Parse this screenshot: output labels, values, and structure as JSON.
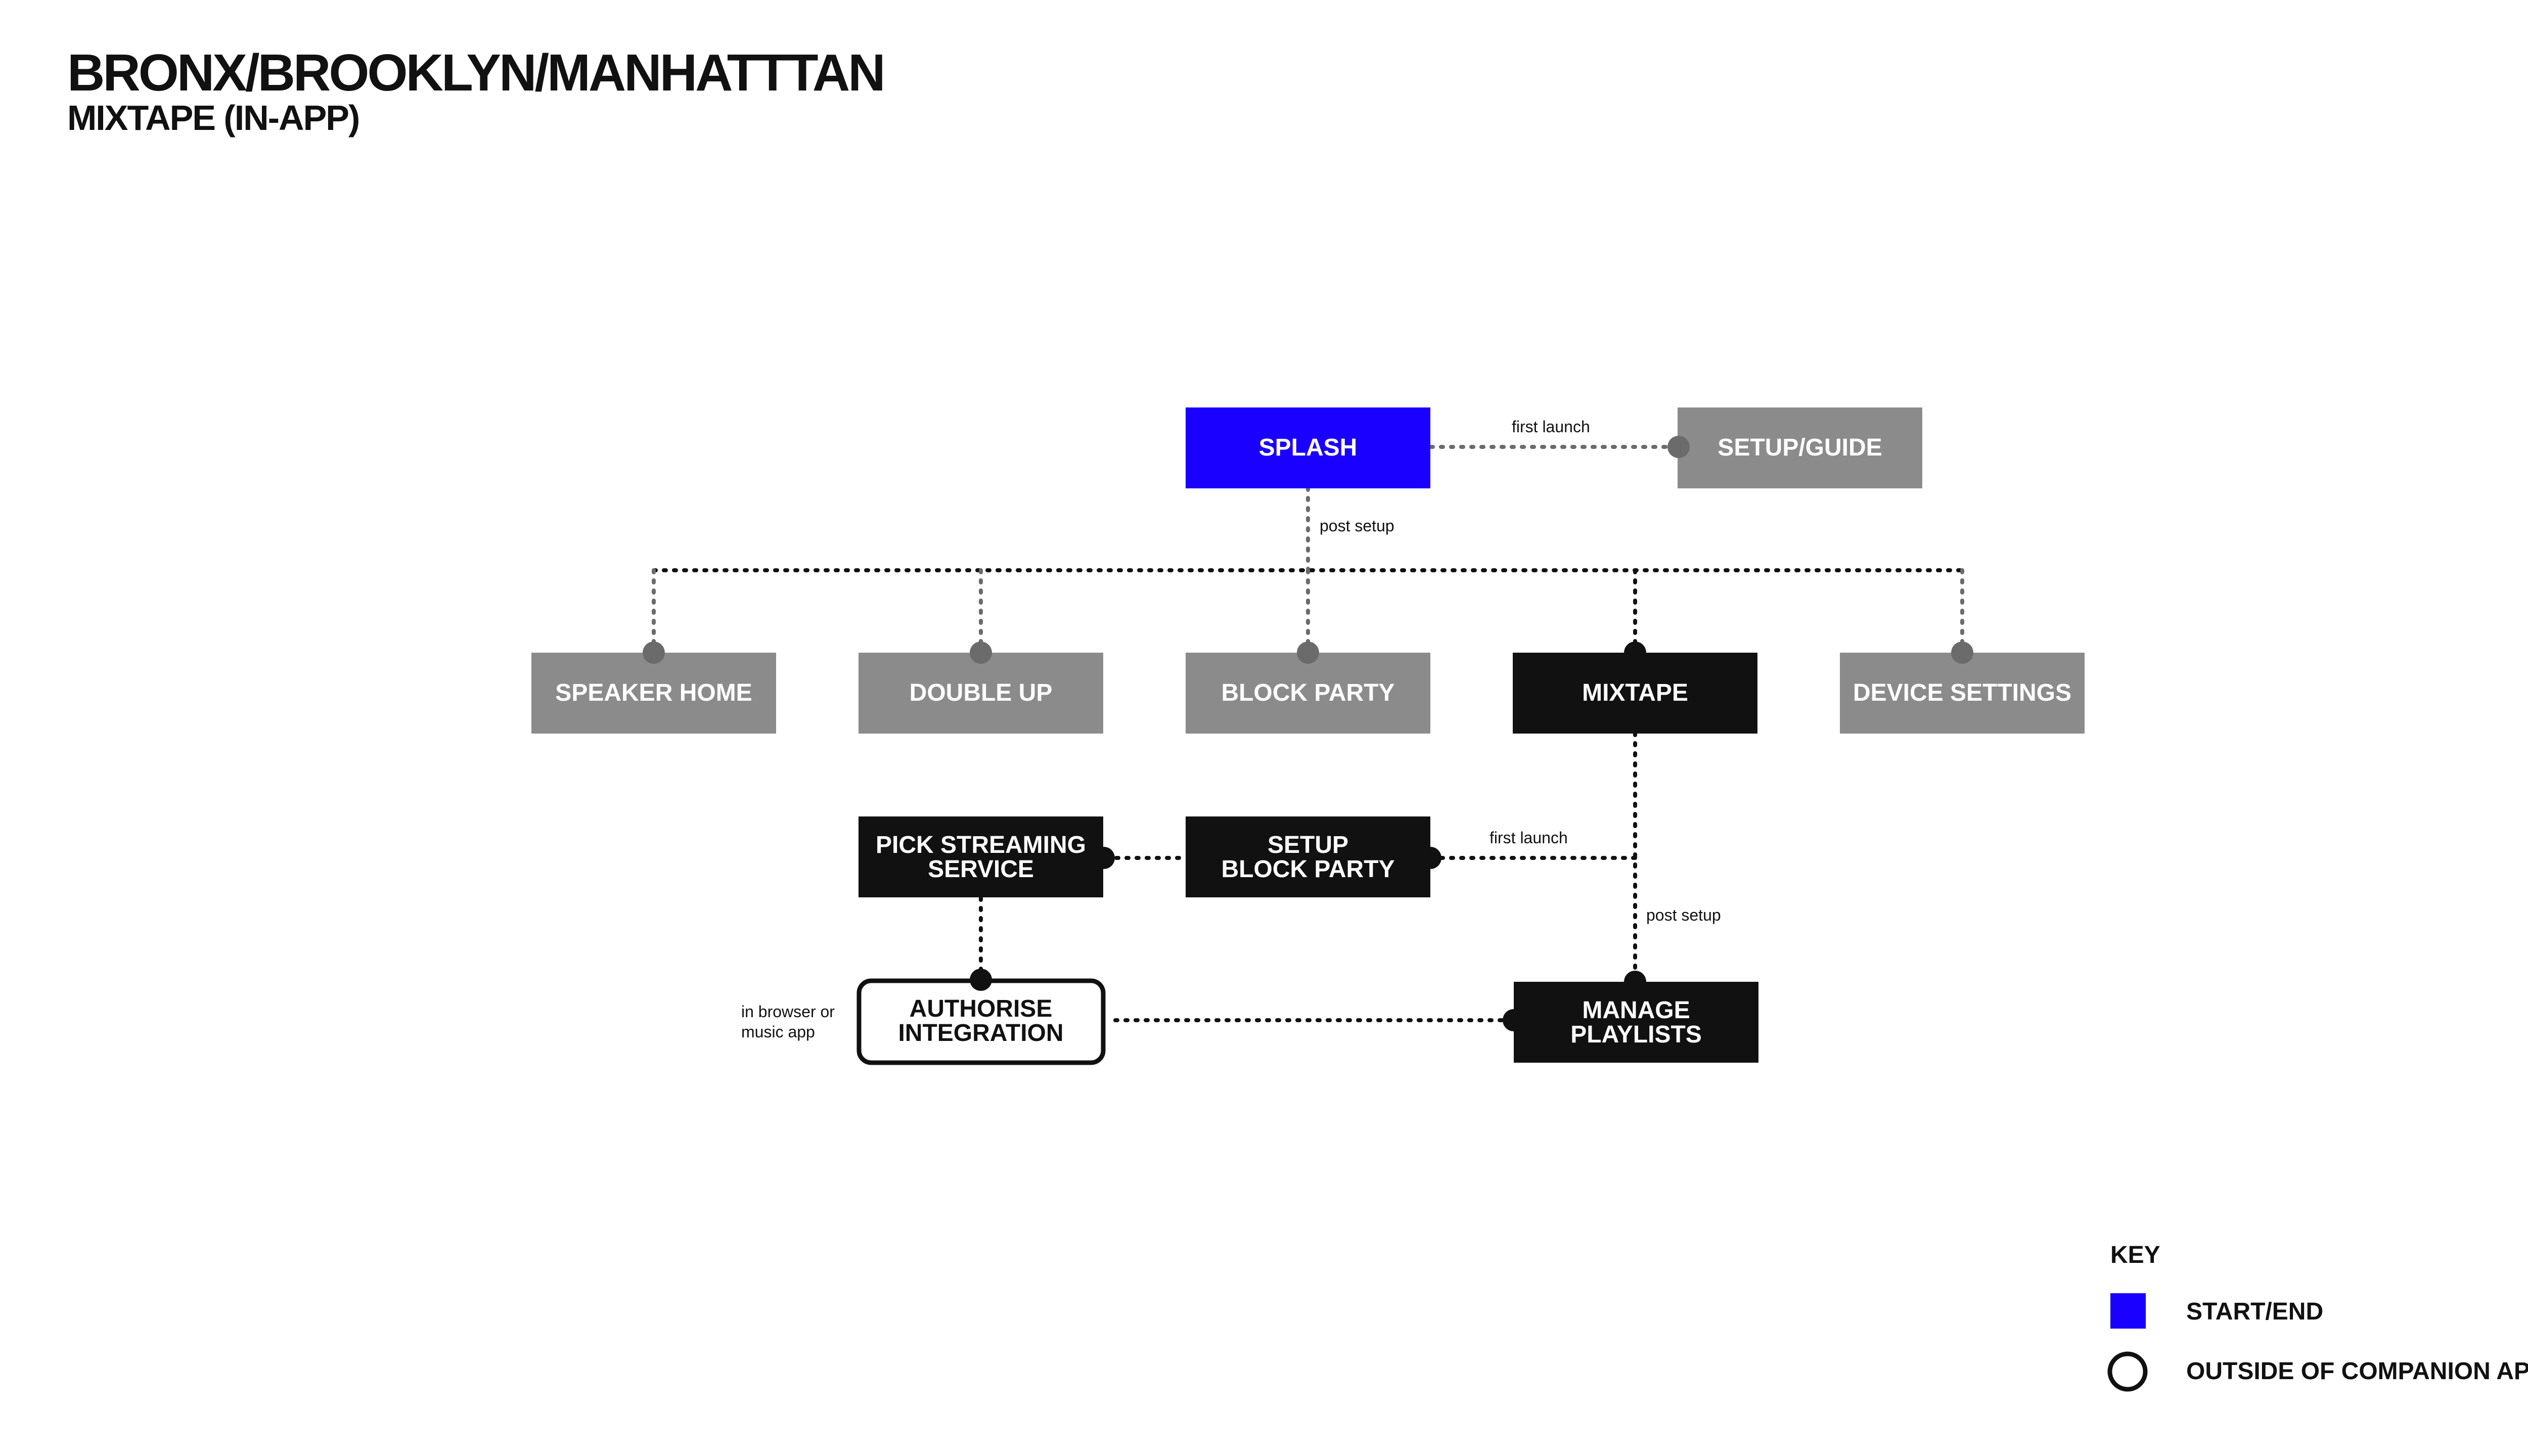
{
  "title": "BRONX/BROOKLYN/MANHATTTAN",
  "subtitle": "MIXTAPE (IN-APP)",
  "colors": {
    "start_end": "#1a00ff",
    "screen_grey": "#8b8b8b",
    "screen_black": "#111111",
    "outside_app_fill": "#ffffff",
    "outside_app_border": "#111111",
    "connector_grey": "#6b6b6b",
    "connector_black": "#111111"
  },
  "nodes": {
    "splash": {
      "lines": [
        "SPLASH"
      ]
    },
    "setup_guide": {
      "lines": [
        "SETUP/GUIDE"
      ]
    },
    "speaker_home": {
      "lines": [
        "SPEAKER HOME"
      ]
    },
    "double_up": {
      "lines": [
        "DOUBLE UP"
      ]
    },
    "block_party": {
      "lines": [
        "BLOCK PARTY"
      ]
    },
    "mixtape": {
      "lines": [
        "MIXTAPE"
      ]
    },
    "device_settings": {
      "lines": [
        "DEVICE SETTINGS"
      ]
    },
    "pick_streaming": {
      "lines": [
        "PICK STREAMING",
        "SERVICE"
      ]
    },
    "setup_block_party": {
      "lines": [
        "SETUP",
        "BLOCK PARTY"
      ]
    },
    "authorise_integration": {
      "lines": [
        "AUTHORISE",
        "INTEGRATION"
      ]
    },
    "manage_playlists": {
      "lines": [
        "MANAGE",
        "PLAYLISTS"
      ]
    }
  },
  "edge_labels": {
    "splash_first_launch": "first launch",
    "splash_post_setup": "post setup",
    "mixtape_first_launch": "first launch",
    "mixtape_post_setup": "post setup",
    "authorise_note": [
      "in browser or",
      "music app"
    ]
  },
  "key": {
    "heading": "KEY",
    "start_end_label": "START/END",
    "outside_label": "OUTSIDE OF COMPANION APP"
  }
}
